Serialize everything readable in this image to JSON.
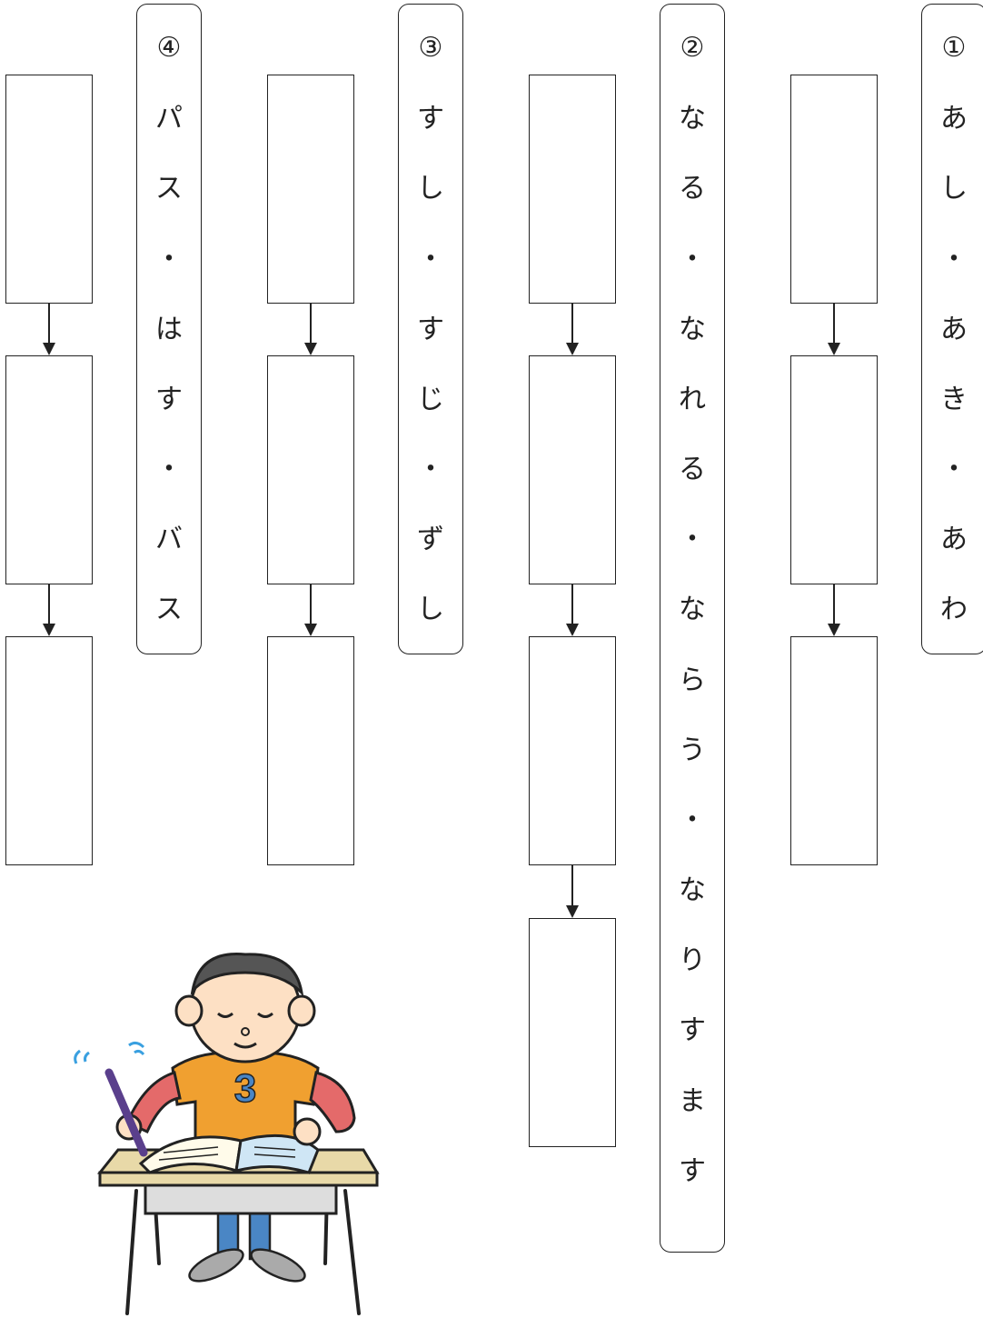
{
  "questions": [
    {
      "number": "①",
      "words": [
        "あし",
        "あき",
        "あわ"
      ],
      "answer_boxes": 3
    },
    {
      "number": "②",
      "words": [
        "なる",
        "なれる",
        "ならう",
        "なりすます"
      ],
      "answer_boxes": 4
    },
    {
      "number": "③",
      "words": [
        "すし",
        "すじ",
        "ずし"
      ],
      "answer_boxes": 3
    },
    {
      "number": "④",
      "words": [
        "パス",
        "はす",
        "バス"
      ],
      "answer_boxes": 3
    }
  ],
  "separator": "・",
  "illustration": {
    "description_icon": "student-studying-at-desk-illustration",
    "shirt_number": "3"
  },
  "colors": {
    "line": "#222222",
    "shirt": "#f0a030",
    "hair": "#555555",
    "pen": "#5a3f8c",
    "sparkle": "#3aa0e0"
  }
}
